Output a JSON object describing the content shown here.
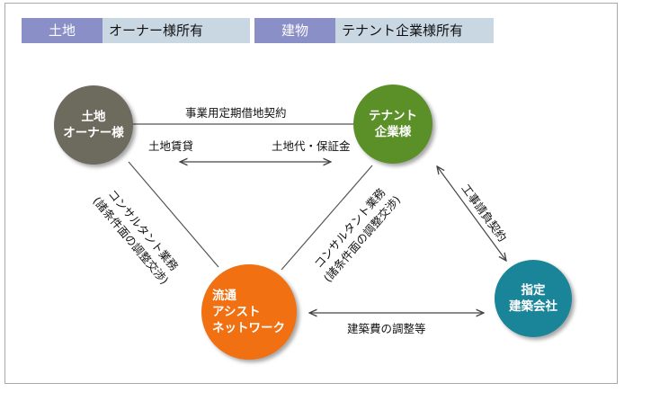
{
  "legend": {
    "land_label": "土地",
    "land_owner": "オーナー様所有",
    "building_label": "建物",
    "building_owner": "テナント企業様所有",
    "colors": {
      "label_bg": "#8a8fc8",
      "value_bg": "#c9d7e3"
    }
  },
  "nodes": {
    "land_owner": {
      "text": "土地\nオーナー様",
      "color": "#6d6a5e"
    },
    "tenant": {
      "text": "テナント\n企業様",
      "color": "#5b9028"
    },
    "asset_network": {
      "text": "流通\nアシスト\nネットワーク",
      "color": "#f07012"
    },
    "builder": {
      "text": "指定\n建築会社",
      "color": "#1a8598"
    }
  },
  "labels": {
    "lease_contract": "事業用定期借地契約",
    "land_rent": "土地賃貸",
    "land_fee_deposit": "土地代・保証金",
    "consulting_left": "コンサルタント業務\n(諸条件面の調整交渉)",
    "consulting_right": "コンサルタント業務\n(諸条件面の調整交渉)",
    "construction_contract": "工事請負契約",
    "construction_cost_adjustment": "建築費の調整等"
  }
}
